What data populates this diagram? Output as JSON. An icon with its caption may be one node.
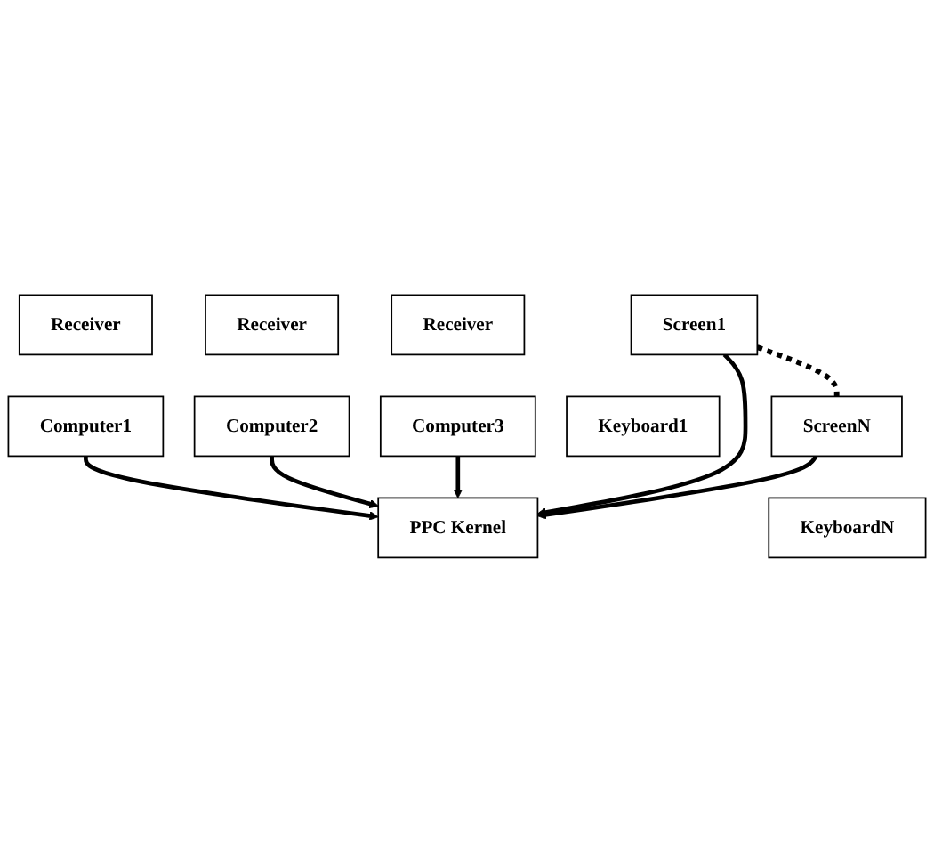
{
  "diagram": {
    "nodes": [
      {
        "text": [
          "Receiver"
        ]
      },
      {
        "text": [
          "Computer1"
        ]
      },
      {
        "text": [
          "Receiver"
        ]
      },
      {
        "text": [
          "Computer2"
        ]
      },
      {
        "text": [
          "Receiver"
        ]
      },
      {
        "text": [
          "Computer3"
        ]
      },
      {
        "text": [
          "PPC Kernel"
        ]
      },
      {
        "text": [
          "Screen1"
        ]
      },
      {
        "text": [
          "Keyboard1"
        ]
      },
      {
        "text": [
          "ScreenN"
        ]
      },
      {
        "text": [
          "KeyboardN"
        ]
      }
    ],
    "edges": [
      {
        "from": 1,
        "to": 6,
        "arrow": "to"
      },
      {
        "from": 3,
        "to": 6,
        "arrow": "to"
      },
      {
        "from": 5,
        "to": 6,
        "arrow": "to"
      },
      {
        "from": 7,
        "to": 6,
        "arrow": "to"
      },
      {
        "from": 9,
        "to": 6,
        "arrow": "to"
      },
      {
        "from": 7,
        "to": 9,
        "arrow": "none",
        "style": "dashed"
      }
    ]
  }
}
